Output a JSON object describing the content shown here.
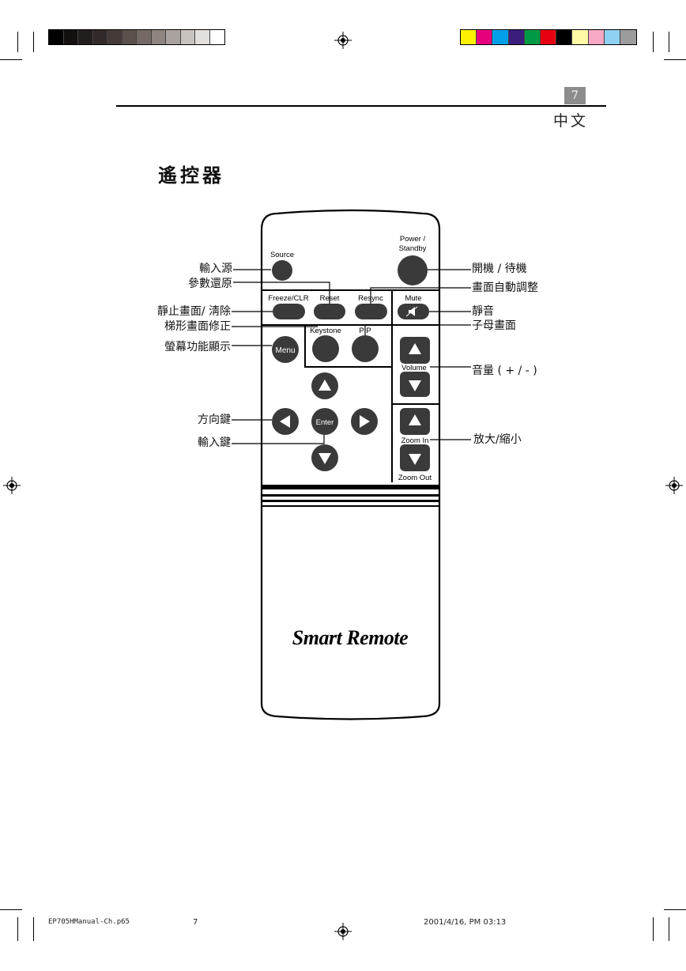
{
  "header": {
    "page_number": "7",
    "language": "中文"
  },
  "section_title": "遙控器",
  "remote": {
    "buttons": {
      "source": "Source",
      "power": "Power / Standby",
      "freeze": "Freeze/CLR",
      "reset": "Reset",
      "resync": "Resync",
      "mute": "Mute",
      "keystone": "Keystone",
      "pip": "PIP",
      "menu": "Menu",
      "volume": "Volume",
      "enter": "Enter",
      "zoom_in": "Zoom In",
      "zoom_out": "Zoom Out"
    },
    "brand": "Smart Remote"
  },
  "callouts": {
    "source": "輸入源",
    "reset": "參數還原",
    "freeze": "靜止畫面/ 淸除",
    "keystone": "梯形畫面修正",
    "menu": "螢幕功能顯示",
    "arrows": "方向鍵",
    "enter": "輸入鍵",
    "power": "開機 / 待機",
    "resync": "畫面自動調整",
    "mute": "靜音",
    "pip": "子母畫面",
    "volume": "音量 ( + / - )",
    "zoom": "放大/縮小"
  },
  "footer": {
    "filename": "EP705HManual-Ch.p65",
    "page": "7",
    "timestamp": "2001/4/16, PM 03:13"
  },
  "colors": {
    "grayscale": [
      "#000000",
      "#141010",
      "#231e1e",
      "#312a28",
      "#443b38",
      "#5a504c",
      "#736965",
      "#8e8581",
      "#aaa29e",
      "#c9c3bf",
      "#e3dfdc",
      "#ffffff"
    ],
    "process": [
      "#fff200",
      "#e6007e",
      "#00a0e9",
      "#3b1e7c",
      "#009944",
      "#e60012",
      "#000000",
      "#fff9a8",
      "#f6a8c4",
      "#8fd1f2",
      "#9c9c9c"
    ]
  }
}
